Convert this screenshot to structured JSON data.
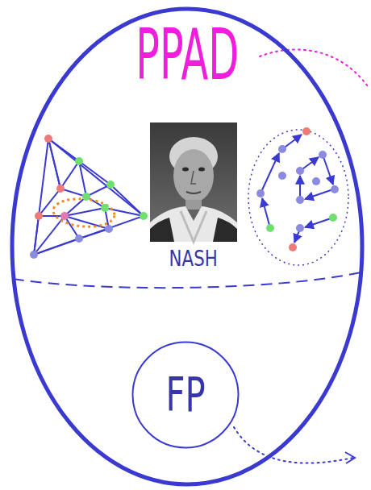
{
  "diagram": {
    "nodes": [
      {
        "text": [
          "PPAD"
        ]
      },
      {
        "text": [
          "NASH"
        ],
        "in": 0
      },
      {
        "text": [
          "FP"
        ],
        "in": 0
      }
    ]
  }
}
